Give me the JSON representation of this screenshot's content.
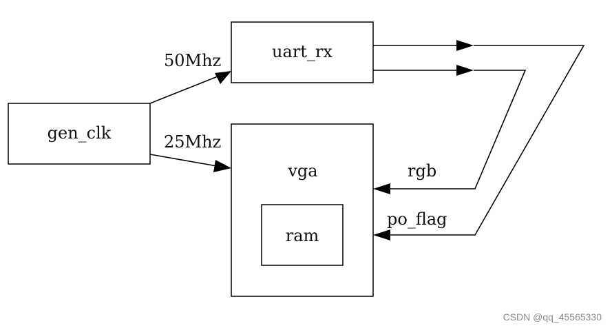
{
  "blocks": {
    "gen_clk": "gen_clk",
    "uart_rx": "uart_rx",
    "vga": "vga",
    "ram": "ram"
  },
  "signals": {
    "clk_50": "50Mhz",
    "clk_25": "25Mhz",
    "rgb": "rgb",
    "po_flag": "po_flag"
  },
  "watermark": "CSDN @qq_45565330"
}
